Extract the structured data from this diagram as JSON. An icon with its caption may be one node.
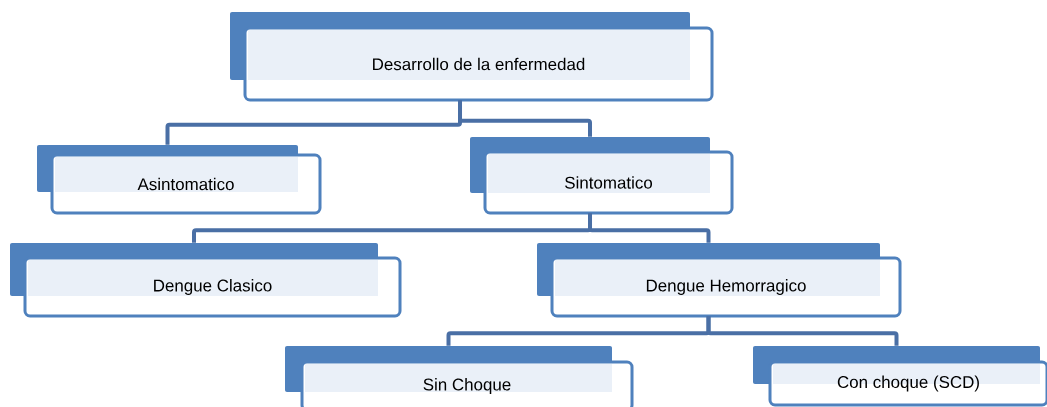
{
  "diagram": {
    "nodes": [
      {
        "text": [
          "Desarrollo de la enfermedad"
        ]
      },
      {
        "text": [
          "Asintomatico"
        ]
      },
      {
        "text": [
          "Sintomatico"
        ]
      },
      {
        "text": [
          "Dengue Clasico"
        ]
      },
      {
        "text": [
          "Dengue Hemorragico"
        ]
      },
      {
        "text": [
          "Sin Choque"
        ]
      },
      {
        "text": [
          "Con choque (SCD)"
        ]
      }
    ],
    "edges": [
      {
        "from": 0,
        "to": 1,
        "arrow": "none"
      },
      {
        "from": 0,
        "to": 2,
        "arrow": "none"
      },
      {
        "from": 2,
        "to": 3,
        "arrow": "none"
      },
      {
        "from": 2,
        "to": 4,
        "arrow": "none"
      },
      {
        "from": 4,
        "to": 5,
        "arrow": "none"
      },
      {
        "from": 4,
        "to": 6,
        "arrow": "none"
      }
    ]
  }
}
